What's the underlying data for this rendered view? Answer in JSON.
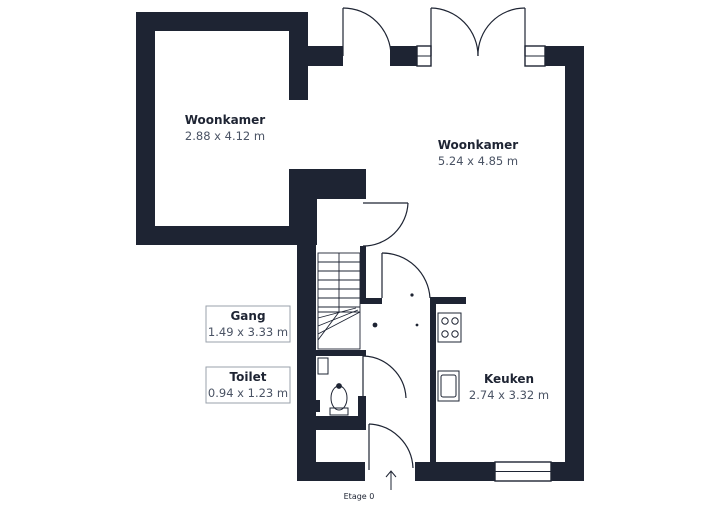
{
  "colors": {
    "wall": "#1e2433",
    "line": "#1e2433",
    "tag_border": "#9aa1ab",
    "tag_bg": "#ffffff"
  },
  "rooms": {
    "woonkamer_left": {
      "name": "Woonkamer",
      "dims": "2.88 x 4.12 m"
    },
    "woonkamer_main": {
      "name": "Woonkamer",
      "dims": "5.24 x 4.85 m"
    },
    "keuken": {
      "name": "Keuken",
      "dims": "2.74 x 3.32 m"
    },
    "gang": {
      "name": "Gang",
      "dims": "1.49 x 3.33 m"
    },
    "toilet": {
      "name": "Toilet",
      "dims": "0.94 x 1.23 m"
    }
  },
  "floor_label": "Etage 0",
  "icons": [
    "door-swing-icon",
    "stairs-icon",
    "stove-icon",
    "sink-icon",
    "toilet-icon",
    "entrance-arrow-icon"
  ]
}
